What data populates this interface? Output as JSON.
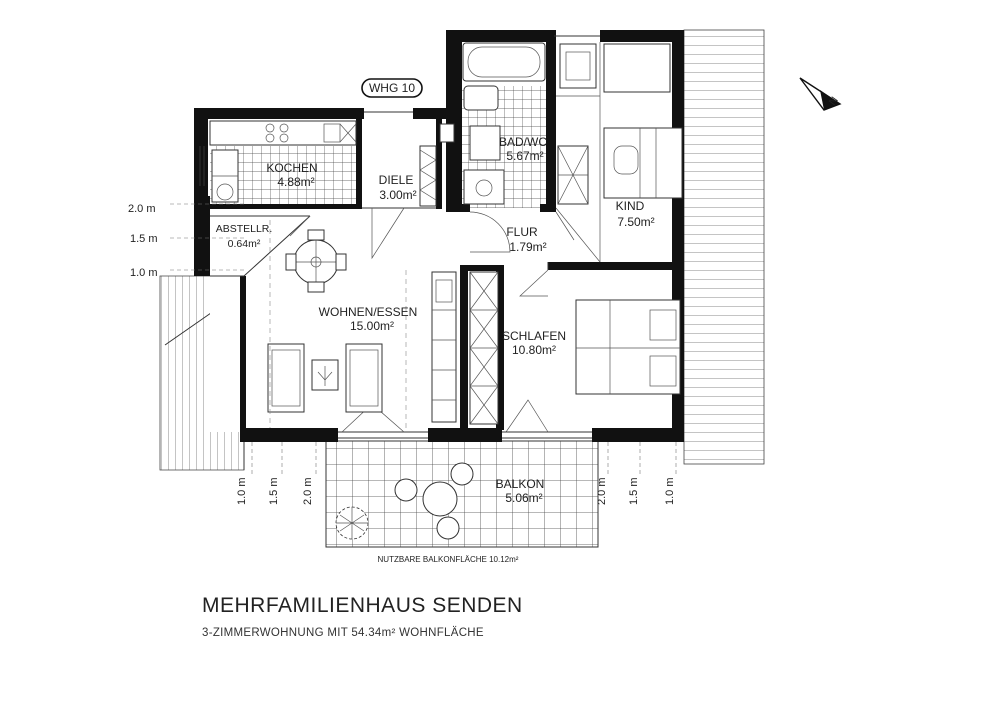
{
  "plan": {
    "unit_tag": "WHG 10",
    "rooms": {
      "kochen": {
        "name": "KOCHEN",
        "area": "4.88m²"
      },
      "diele": {
        "name": "DIELE",
        "area": "3.00m²"
      },
      "bad": {
        "name": "BAD/WC",
        "area": "5.67m²"
      },
      "kind": {
        "name": "KIND",
        "area": "7.50m²"
      },
      "abstell": {
        "name": "ABSTELLR.",
        "area": "0.64m²"
      },
      "flur": {
        "name": "FLUR",
        "area": "1.79m²"
      },
      "wohnen": {
        "name": "WOHNEN/ESSEN",
        "area": "15.00m²"
      },
      "schlafen": {
        "name": "SCHLAFEN",
        "area": "10.80m²"
      },
      "balkon": {
        "name": "BALKON",
        "area": "5.06m²"
      }
    },
    "balcony_note": "NUTZBARE BALKONFLÄCHE 10.12m²",
    "north_label": "N",
    "dims_left": [
      "2.0 m",
      "1.5 m",
      "1.0 m"
    ],
    "dims_bottom_left": [
      "1.0 m",
      "1.5 m",
      "2.0 m"
    ],
    "dims_bottom_right": [
      "2.0 m",
      "1.5 m",
      "1.0 m"
    ]
  },
  "title": "MEHRFAMILIENHAUS SENDEN",
  "subtitle": "3-ZIMMERWOHNUNG MIT 54.34m² WOHNFLÄCHE"
}
